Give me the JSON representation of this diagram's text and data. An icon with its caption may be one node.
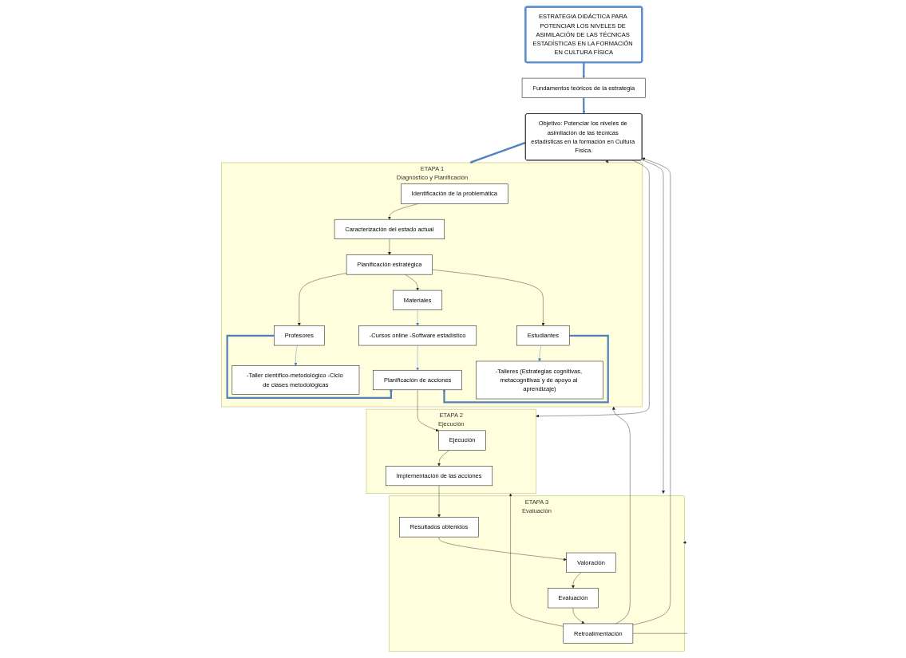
{
  "diagram": {
    "nodes": [
      {
        "text": [
          "ESTRATEGIA DIDÁCTICA PARA POTENCIAR LOS NIVELES DE ASIMILACIÓN DE LAS TÉCNICAS ESTADÍSTICAS EN LA FORMACIÓN EN CULTURA FÍSICA"
        ]
      },
      {
        "text": [
          "Fundamentos teóricos de la estrategia"
        ]
      },
      {
        "text": [
          "Objetivo: Potenciar los niveles de asimilación de las técnicas estadísticas en la formación en Cultura Física."
        ]
      },
      {
        "text": [
          "ETAPA 1",
          "Diagnóstico y Planificación"
        ]
      },
      {
        "text": [
          "Identificación de la problemática"
        ],
        "in": 3
      },
      {
        "text": [
          "Caracterización del estado actual"
        ],
        "in": 3
      },
      {
        "text": [
          "Planificación estratégica"
        ],
        "in": 3
      },
      {
        "text": [
          "Profesores"
        ],
        "in": 3
      },
      {
        "text": [
          "Materiales"
        ],
        "in": 3
      },
      {
        "text": [
          "Estudiantes"
        ],
        "in": 3
      },
      {
        "text": [
          "-Taller científico-metodológico -Ciclo de clases metodológicas"
        ],
        "in": 3
      },
      {
        "text": [
          "-Cursos online -Software estadístico"
        ],
        "in": 3
      },
      {
        "text": [
          "-Talleres (Estrategias cognitivas, metacognitivas y de apoyo al aprendizaje)"
        ],
        "in": 3
      },
      {
        "text": [
          "Planificación de acciones"
        ],
        "in": 3
      },
      {
        "text": [
          "ETAPA 2",
          "Ejecución"
        ]
      },
      {
        "text": [
          "Ejecución"
        ],
        "in": 14
      },
      {
        "text": [
          "Implementación de las acciones"
        ],
        "in": 14
      },
      {
        "text": [
          "ETAPA 3",
          "Evaluación"
        ]
      },
      {
        "text": [
          "Valoración"
        ],
        "in": 17
      },
      {
        "text": [
          "Resultados obtenidos"
        ],
        "in": 17
      },
      {
        "text": [
          "Evaluación"
        ],
        "in": 17
      },
      {
        "text": [
          "Retroalimentación"
        ],
        "in": 17
      }
    ],
    "edges": [
      {
        "from": 0,
        "to": 1,
        "arrow": "to",
        "style": "thick",
        "color": "#4f81bd"
      },
      {
        "from": 1,
        "to": 2,
        "arrow": "to",
        "style": "thick",
        "color": "#4f81bd"
      },
      {
        "from": 2,
        "to": 3,
        "arrow": "to",
        "style": "thick",
        "color": "#4f81bd"
      },
      {
        "from": 2,
        "to": 3,
        "arrow": "to"
      },
      {
        "from": 2,
        "to": 14,
        "arrow": "to"
      },
      {
        "from": 2,
        "to": 17,
        "arrow": "to"
      },
      {
        "from": 4,
        "to": 5,
        "arrow": "to"
      },
      {
        "from": 5,
        "to": 6,
        "arrow": "to"
      },
      {
        "from": 6,
        "to": 7,
        "arrow": "to"
      },
      {
        "from": 6,
        "to": 8,
        "arrow": "to"
      },
      {
        "from": 6,
        "to": 9,
        "arrow": "to"
      },
      {
        "from": 7,
        "to": 10,
        "arrow": "to",
        "color": "#4f81bd"
      },
      {
        "from": 8,
        "to": 11,
        "arrow": "to",
        "color": "#4f81bd"
      },
      {
        "from": 9,
        "to": 12,
        "arrow": "to",
        "color": "#4f81bd"
      },
      {
        "from": 11,
        "to": 13,
        "arrow": "to",
        "color": "#4f81bd"
      },
      {
        "from": 7,
        "to": 13,
        "arrow": "to",
        "style": "thick",
        "color": "#4f81bd"
      },
      {
        "from": 9,
        "to": 13,
        "arrow": "to",
        "style": "thick",
        "color": "#4f81bd"
      },
      {
        "from": 13,
        "to": 15,
        "arrow": "to"
      },
      {
        "from": 15,
        "to": 16,
        "arrow": "to"
      },
      {
        "from": 16,
        "to": 19,
        "arrow": "to"
      },
      {
        "from": 19,
        "to": 18,
        "arrow": "to"
      },
      {
        "from": 18,
        "to": 20,
        "arrow": "to"
      },
      {
        "from": 20,
        "to": 21,
        "arrow": "to"
      },
      {
        "from": 21,
        "to": 2,
        "arrow": "to"
      },
      {
        "from": 21,
        "to": 3,
        "arrow": "to"
      },
      {
        "from": 21,
        "to": 14,
        "arrow": "to"
      },
      {
        "from": 21,
        "to": 17,
        "arrow": "to"
      }
    ]
  }
}
